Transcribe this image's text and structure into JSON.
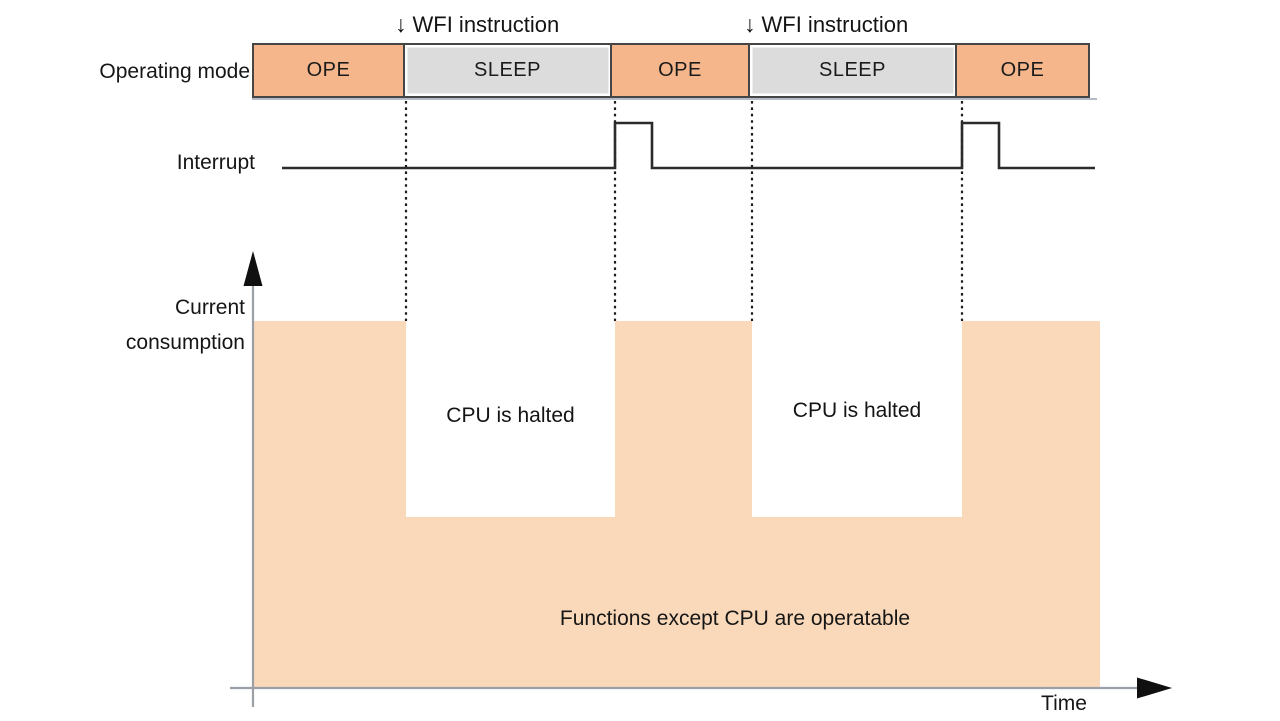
{
  "labels": {
    "operating_mode": "Operating mode",
    "interrupt": "Interrupt",
    "current_consumption_line1": "Current",
    "current_consumption_line2": "consumption",
    "time": "Time",
    "functions_note": "Functions except CPU are operatable"
  },
  "wfi_annotations": [
    {
      "arrow": "↓",
      "label": "WFI instruction"
    },
    {
      "arrow": "↓",
      "label": "WFI instruction"
    }
  ],
  "mode_segments": [
    {
      "label": "OPE",
      "type": "ope"
    },
    {
      "label": "SLEEP",
      "type": "sleep"
    },
    {
      "label": "OPE",
      "type": "ope"
    },
    {
      "label": "SLEEP",
      "type": "sleep"
    },
    {
      "label": "OPE",
      "type": "ope"
    }
  ],
  "cpu_halted_notes": [
    "CPU is halted",
    "CPU is halted"
  ],
  "interrupt_signal": {
    "baseline_state": "low",
    "pulse_count": 2
  },
  "colors": {
    "ope_fill": "#f4b68a",
    "sleep_fill": "#dcdcdc",
    "consumption_fill": "#f9d9ba",
    "box_border": "#454545",
    "signal": "#2b2b2b",
    "axis": "#9aa0a6",
    "text": "#111111"
  }
}
